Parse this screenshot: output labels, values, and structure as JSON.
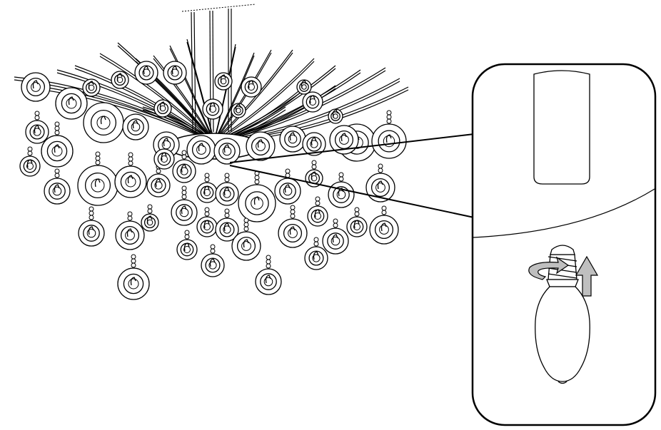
{
  "diagram": {
    "kind": "bulb-installation-instruction",
    "colors": {
      "line": "#000000",
      "background": "#ffffff",
      "arrow_fill": "#bfbfbf",
      "bulb_fill": "#ffffff"
    },
    "parts": {
      "chandelier": "crystal-chandelier-illustration",
      "detail_panel": "zoom-detail-callout",
      "socket": "socket-icon",
      "bulb": "candle-bulb-icon",
      "rotate_arrow": "rotate-arrow-icon",
      "up_arrow": "arrow-up-icon"
    }
  }
}
